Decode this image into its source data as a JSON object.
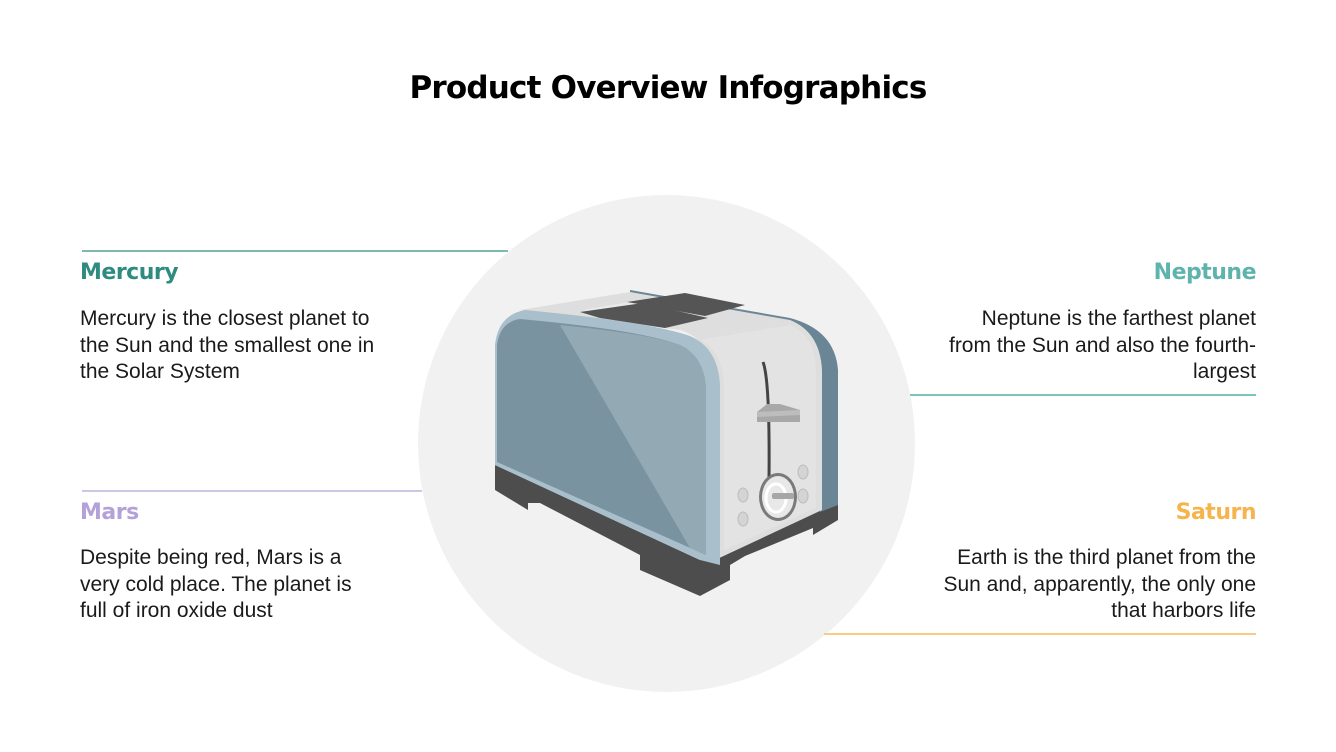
{
  "title": "Product Overview Infographics",
  "product": {
    "illustration": "toaster",
    "backdrop_color": "#f1f1f1"
  },
  "items": [
    {
      "id": "mercury",
      "heading": "Mercury",
      "color": "#2e8b80",
      "description": "Mercury is the closest planet to the Sun and the smallest one in the Solar System",
      "side": "left"
    },
    {
      "id": "neptune",
      "heading": "Neptune",
      "color": "#5fb3ad",
      "description": "Neptune is the farthest planet from the Sun and also the fourth-largest",
      "side": "right"
    },
    {
      "id": "mars",
      "heading": "Mars",
      "color": "#b3a1d9",
      "description": "Despite being red, Mars is a very cold place. The planet is full of iron oxide dust",
      "side": "left"
    },
    {
      "id": "saturn",
      "heading": "Saturn",
      "color": "#f5b54c",
      "description": "Earth is the third planet from the Sun and, apparently, the only one that harbors life",
      "side": "right"
    }
  ],
  "rule_colors": {
    "mercury": "#7fb8ad",
    "neptune": "#7cc5bd",
    "mars": "#cfc6e6",
    "saturn": "#f7cd80"
  }
}
